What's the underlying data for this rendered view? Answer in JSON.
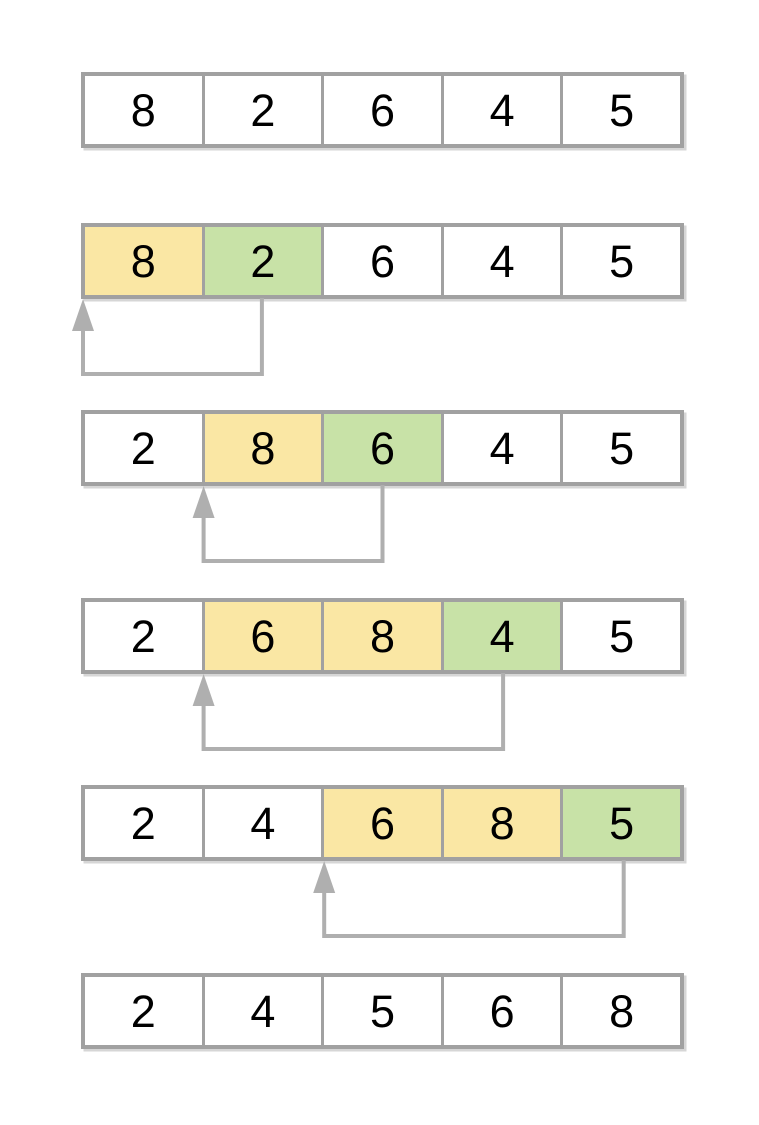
{
  "diagram": {
    "kind": "insertion-sort-steps",
    "colors": {
      "cell_border": "#a1a1a1",
      "cell_background": "#ffffff",
      "highlight_shifted": "#fae7a4",
      "highlight_current": "#c8e2a7",
      "arrow": "#afafaf",
      "text": "#000000"
    },
    "arrow_icon": "up-arrow-elbow-icon",
    "steps": [
      {
        "values": [
          "8",
          "2",
          "6",
          "4",
          "5"
        ],
        "highlights": [
          "none",
          "none",
          "none",
          "none",
          "none"
        ],
        "arrow": null
      },
      {
        "values": [
          "8",
          "2",
          "6",
          "4",
          "5"
        ],
        "highlights": [
          "yellow",
          "green",
          "none",
          "none",
          "none"
        ],
        "arrow": {
          "from_index": 1,
          "to_index": 0
        }
      },
      {
        "values": [
          "2",
          "8",
          "6",
          "4",
          "5"
        ],
        "highlights": [
          "none",
          "yellow",
          "green",
          "none",
          "none"
        ],
        "arrow": {
          "from_index": 2,
          "to_index": 1
        }
      },
      {
        "values": [
          "2",
          "6",
          "8",
          "4",
          "5"
        ],
        "highlights": [
          "none",
          "yellow",
          "yellow",
          "green",
          "none"
        ],
        "arrow": {
          "from_index": 3,
          "to_index": 1
        }
      },
      {
        "values": [
          "2",
          "4",
          "6",
          "8",
          "5"
        ],
        "highlights": [
          "none",
          "none",
          "yellow",
          "yellow",
          "green"
        ],
        "arrow": {
          "from_index": 4,
          "to_index": 2
        }
      },
      {
        "values": [
          "2",
          "4",
          "5",
          "6",
          "8"
        ],
        "highlights": [
          "none",
          "none",
          "none",
          "none",
          "none"
        ],
        "arrow": null
      }
    ]
  }
}
